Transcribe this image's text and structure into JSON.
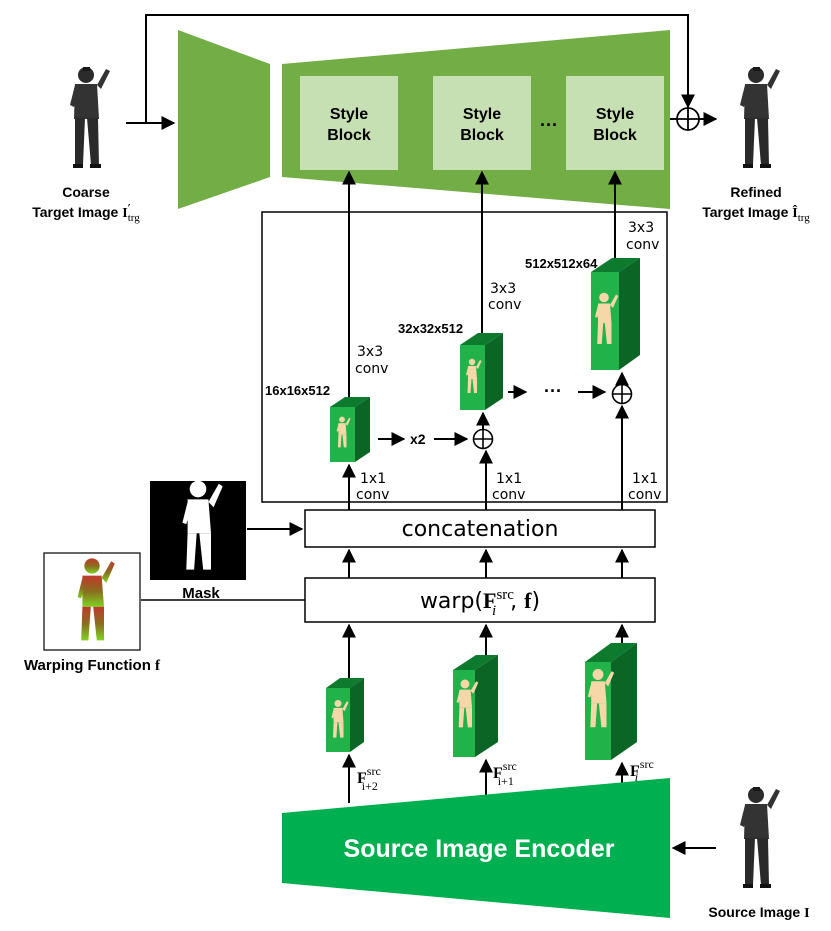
{
  "style_blocks": [
    {
      "line1": "Style",
      "line2": "Block"
    },
    {
      "line1": "Style",
      "line2": "Block"
    },
    {
      "line1": "Style",
      "line2": "Block"
    }
  ],
  "style_block_ellipsis": "···",
  "coarse_target": {
    "line1": "Coarse",
    "line2": "Target Image",
    "symbol": "I",
    "sup": "′",
    "sub": "trg"
  },
  "refined_target": {
    "line1": "Refined",
    "line2": "Target Image",
    "symbol": "Î",
    "sub": "trg"
  },
  "feature_sizes": [
    "16x16x512",
    "32x32x512",
    "512x512x64"
  ],
  "conv3x3": {
    "line1": "3x3",
    "line2": "conv"
  },
  "conv1x1": {
    "line1": "1x1",
    "line2": "conv"
  },
  "upsample": "x2",
  "middle_ellipsis": "···",
  "concat": "concatenation",
  "warp": {
    "prefix": "warp(",
    "F": "F",
    "sup": "src",
    "sub": "i",
    "mid": ", ",
    "f": "f",
    "suffix": ")"
  },
  "mask": "Mask",
  "warping_function": {
    "text": "Warping Function",
    "symbol": "f"
  },
  "src_features": [
    {
      "F": "F",
      "sup": "src",
      "sub": "i+2"
    },
    {
      "F": "F",
      "sup": "src",
      "sub": "i+1"
    },
    {
      "F": "F",
      "sup": "src",
      "sub": "i"
    }
  ],
  "encoder": "Source Image Encoder",
  "source_image": {
    "text": "Source Image",
    "symbol": "I"
  },
  "colors": {
    "decoder_green": "#72ad46",
    "style_block_fill": "#c6e0b4",
    "encoder_green": "#00b050",
    "feature_front": "#21b34a",
    "feature_side": "#0e7a2e",
    "silhouette": "#f5d7a8"
  }
}
